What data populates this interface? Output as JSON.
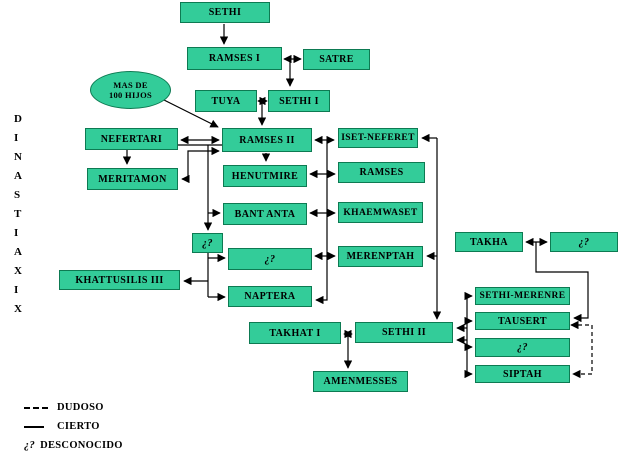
{
  "vertical_title": {
    "text": "DINASTIA XIX",
    "letters": [
      "D",
      "I",
      "N",
      "A",
      "S",
      "T",
      "I",
      "A",
      "X",
      "I",
      "X"
    ]
  },
  "nodes": {
    "sethi": {
      "label": "SETHI"
    },
    "ramses_i": {
      "label": "RAMSES I"
    },
    "satre": {
      "label": "SATRE"
    },
    "tuya": {
      "label": "TUYA"
    },
    "sethi_i": {
      "label": "SETHI I"
    },
    "nefertari": {
      "label": "NEFERTARI"
    },
    "ramses_ii": {
      "label": "RAMSES II"
    },
    "iset_neferet": {
      "label": "ISET-NEFERET"
    },
    "meritamon": {
      "label": "MERITAMON"
    },
    "henutmire": {
      "label": "HENUTMIRE"
    },
    "ramses": {
      "label": "RAMSES"
    },
    "bant_anta": {
      "label": "BANT ANTA"
    },
    "khaemwaset": {
      "label": "KHAEMWASET"
    },
    "unknown_wife_small": {
      "label": "¿?"
    },
    "unknown_wife_mid": {
      "label": "¿?"
    },
    "merenptah": {
      "label": "MERENPTAH"
    },
    "takha": {
      "label": "TAKHA"
    },
    "unknown_takha_spouse": {
      "label": "¿?"
    },
    "khattusilis_iii": {
      "label": "KHATTUSILIS III"
    },
    "naptera": {
      "label": "NAPTERA"
    },
    "sethi_merenre": {
      "label": "SETHI-MERENRE"
    },
    "takhat_i": {
      "label": "TAKHAT I"
    },
    "sethi_ii": {
      "label": "SETHI II"
    },
    "tausert": {
      "label": "TAUSERT"
    },
    "unknown_sethi_ii_wife": {
      "label": "¿?"
    },
    "siptah": {
      "label": "SIPTAH"
    },
    "amenmesses": {
      "label": "AMENMESSES"
    }
  },
  "ellipse": {
    "label_line1": "MAS DE",
    "label_line2": "100 HIJOS"
  },
  "edges": [
    {
      "from": "sethi",
      "to": "ramses_i",
      "style": "solid"
    },
    {
      "from": "ramses_i",
      "to": "satre",
      "style": "solid"
    },
    {
      "from": "ramses_i_satre",
      "to": "sethi_i",
      "style": "solid"
    },
    {
      "from": "tuya",
      "to": "sethi_i",
      "style": "solid"
    },
    {
      "from": "tuya_sethi_i",
      "to": "ramses_ii",
      "style": "solid"
    },
    {
      "from": "mas_de_100_hijos",
      "to": "ramses_ii",
      "style": "solid"
    },
    {
      "from": "nefertari",
      "to": "ramses_ii",
      "style": "solid"
    },
    {
      "from": "ramses_ii",
      "to": "meritamon",
      "style": "solid"
    },
    {
      "from": "meritamon",
      "to": "ramses_ii",
      "style": "solid"
    },
    {
      "from": "ramses_ii",
      "to": "henutmire",
      "style": "solid"
    },
    {
      "from": "ramses_ii",
      "to": "iset_neferet",
      "style": "solid"
    },
    {
      "from": "henutmire",
      "to": "ramses",
      "style": "solid"
    },
    {
      "from": "bant_anta",
      "to": "khaemwaset",
      "style": "solid"
    },
    {
      "from": "ramses_ii",
      "to": "bant_anta",
      "style": "solid"
    },
    {
      "from": "ramses_ii",
      "to": "unknown_wife_small",
      "style": "solid"
    },
    {
      "from": "unknown_wife_mid",
      "to": "merenptah",
      "style": "solid"
    },
    {
      "from": "khattusilis_iii",
      "to": "naptera",
      "style": "solid"
    },
    {
      "from": "iset_neferet",
      "to": "merenptah",
      "style": "solid"
    },
    {
      "from": "merenptah",
      "to": "sethi_ii",
      "style": "solid"
    },
    {
      "from": "takha",
      "to": "unknown_takha_spouse",
      "style": "solid"
    },
    {
      "from": "takha",
      "to": "tausert",
      "style": "solid"
    },
    {
      "from": "takhat_i",
      "to": "sethi_ii",
      "style": "solid"
    },
    {
      "from": "takhat_i_sethi_ii",
      "to": "amenmesses",
      "style": "solid"
    },
    {
      "from": "sethi_ii",
      "to": "sethi_merenre",
      "style": "solid"
    },
    {
      "from": "sethi_ii",
      "to": "tausert",
      "style": "solid"
    },
    {
      "from": "sethi_ii",
      "to": "unknown_sethi_ii_wife",
      "style": "solid"
    },
    {
      "from": "sethi_ii",
      "to": "siptah",
      "style": "solid"
    },
    {
      "from": "tausert",
      "to": "siptah",
      "style": "dashed"
    }
  ],
  "legend": {
    "dudoso": {
      "symbol": "- - -",
      "label": "DUDOSO"
    },
    "cierto": {
      "symbol": "—",
      "label": "CIERTO"
    },
    "desconocido": {
      "symbol": "¿?",
      "label": "DESCONOCIDO"
    }
  },
  "colors": {
    "node_fill": "#33cc99",
    "node_border": "#0d7a52",
    "line": "#000000",
    "background": "#ffffff"
  }
}
